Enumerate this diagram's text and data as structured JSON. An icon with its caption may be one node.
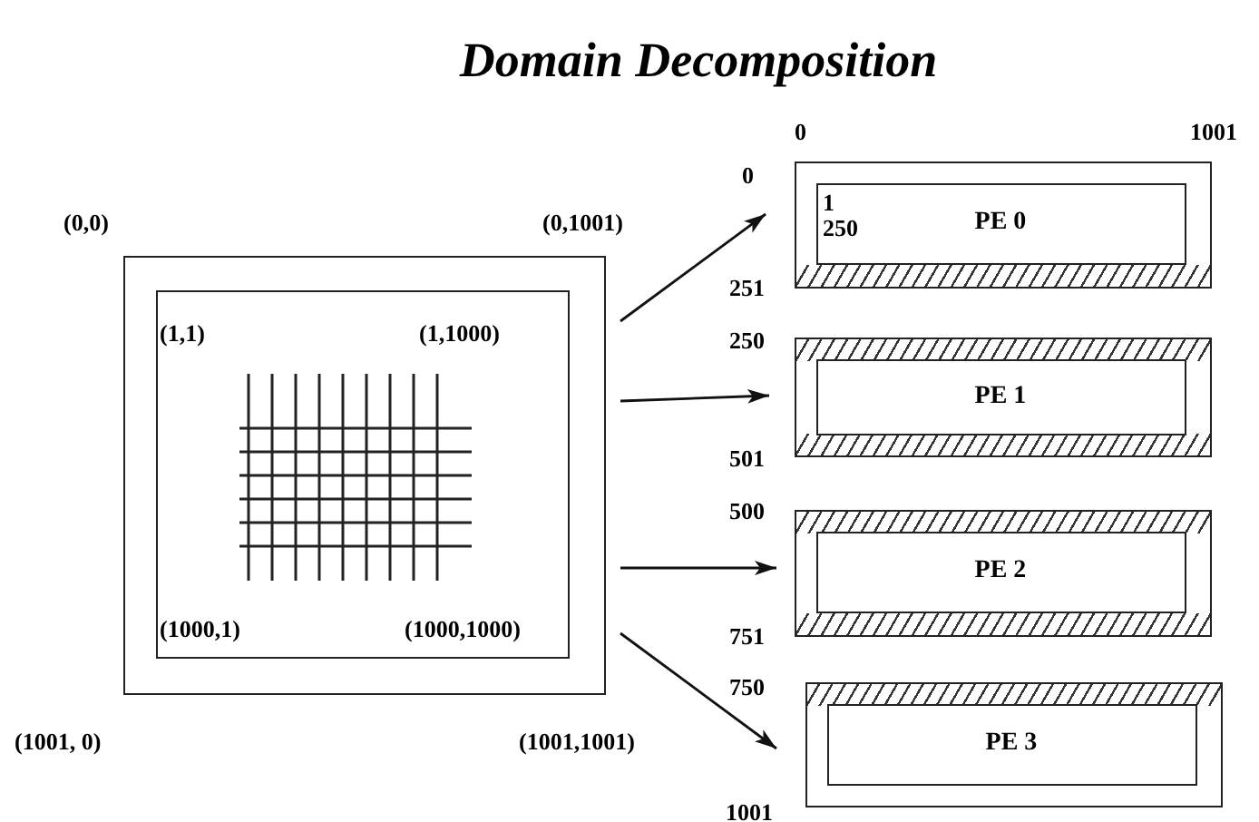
{
  "diagram": {
    "title": "Domain Decomposition",
    "nodes": [
      {
        "text": [],
        "shape": "box",
        "beside": [
          "(0,0)",
          "(0,1001)",
          "(1001, 0)",
          "(1001,1001)"
        ]
      },
      {
        "text": [
          "(1,1)",
          "(1,1000)",
          "(1000,1)",
          "(1000,1000)"
        ],
        "in": 0
      },
      {
        "text": [
          "1",
          "250",
          "PE 0"
        ]
      },
      {
        "text": [
          "PE 1"
        ]
      },
      {
        "text": [
          "PE 2"
        ]
      },
      {
        "text": [
          "PE 3"
        ]
      }
    ],
    "edges": [
      {
        "from": 0,
        "to": 2,
        "arrow": "to"
      },
      {
        "from": 0,
        "to": 3,
        "arrow": "to"
      },
      {
        "from": 0,
        "to": 4,
        "arrow": "to"
      },
      {
        "from": 0,
        "to": 5,
        "arrow": "to"
      }
    ],
    "labels": [
      "0",
      "1001",
      "0",
      "251",
      "250",
      "501",
      "500",
      "751",
      "750",
      "1001"
    ]
  }
}
